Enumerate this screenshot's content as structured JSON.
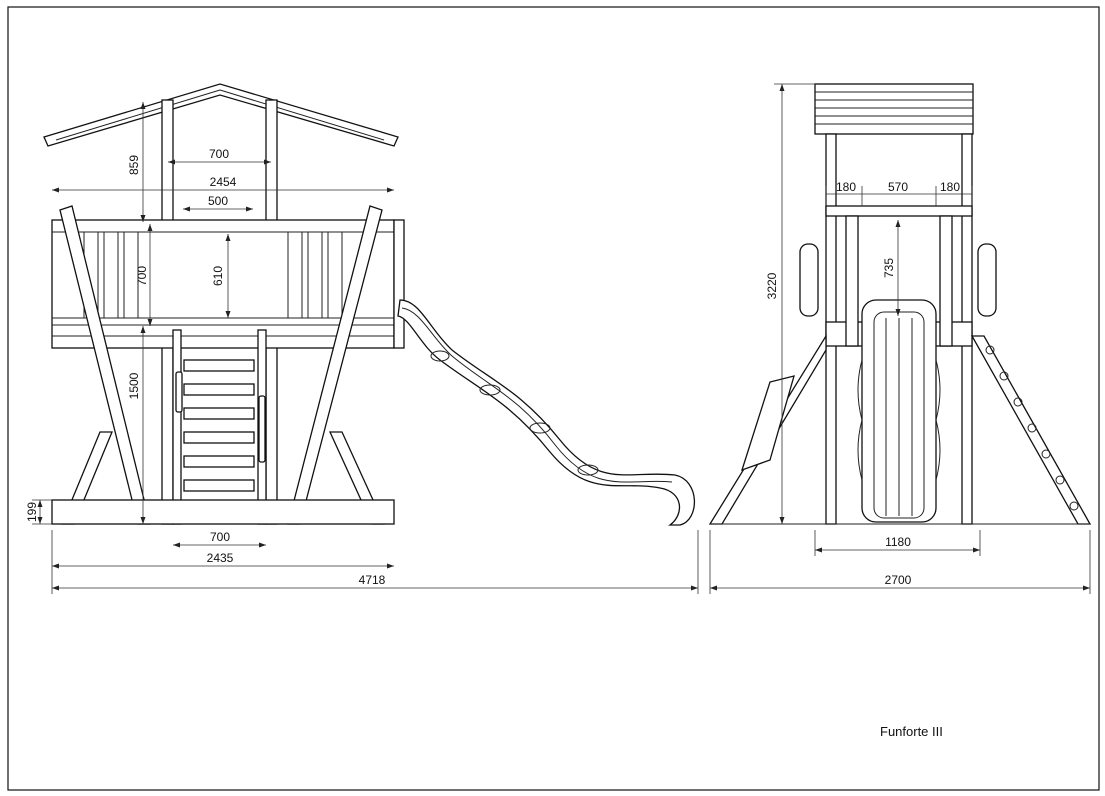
{
  "title": "Funforte III",
  "side_view": {
    "dimensions": {
      "roof_height": "859",
      "post_spacing_top": "700",
      "deck_width": "2454",
      "rail_gap": "500",
      "rail_height": "700",
      "window_height": "610",
      "deck_height": "1500",
      "base_height": "199",
      "ladder_width": "700",
      "base_width": "2435",
      "overall_length": "4718"
    }
  },
  "front_view": {
    "dimensions": {
      "left_post": "180",
      "center_opening": "570",
      "right_post": "180",
      "overall_height": "3220",
      "slide_clearance": "735",
      "slide_width": "1180",
      "overall_width": "2700"
    }
  }
}
